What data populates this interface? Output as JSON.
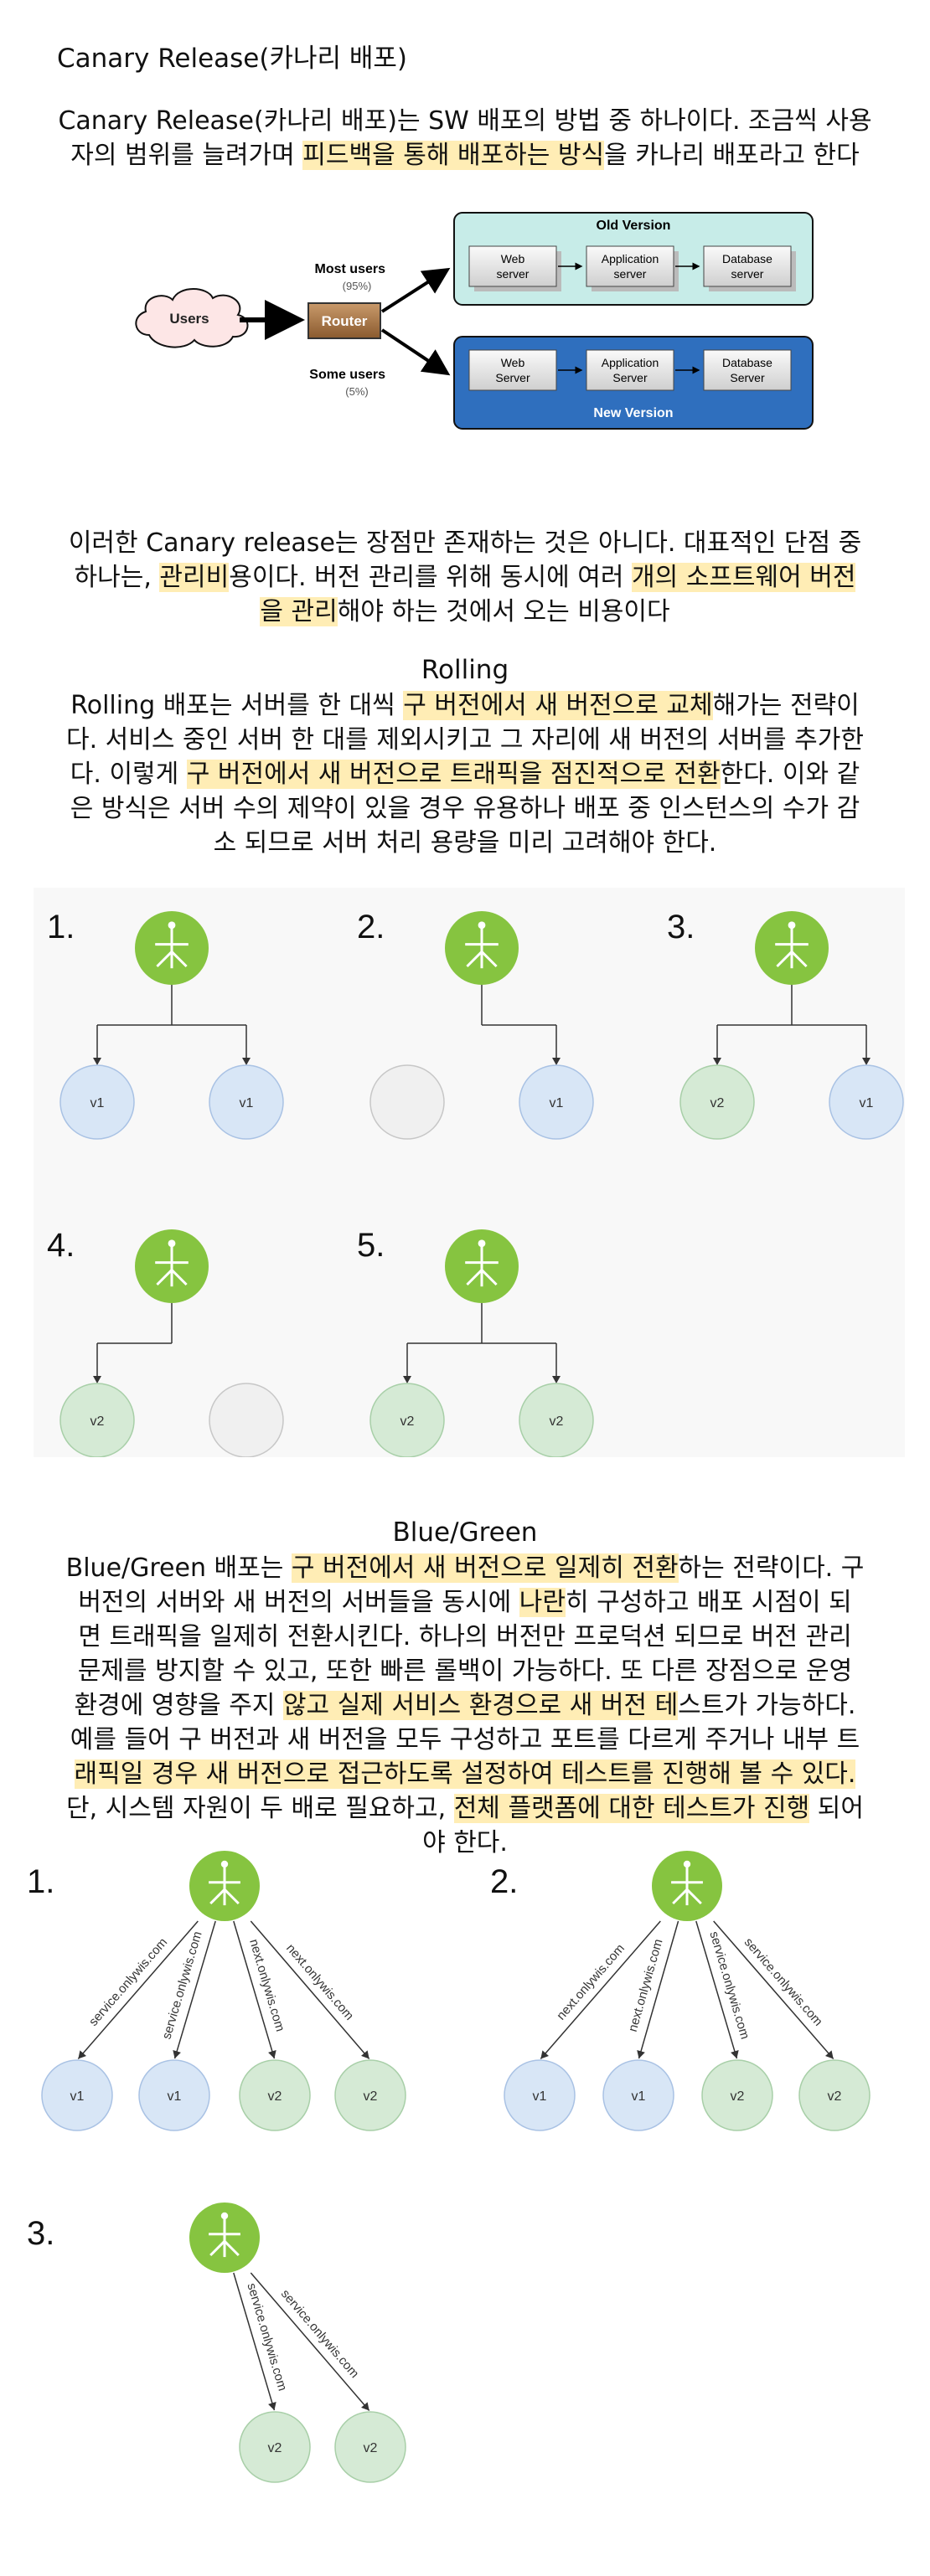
{
  "page": {
    "title": "Canary Release(카나리 배포)"
  },
  "canary": {
    "intro": {
      "p1": "Canary Release(카나리 배포)는 SW 배포의 방법 중 하나이다. 조금씩 사용",
      "p2": "자의 범위를 늘려가며 ",
      "hl": "피드백을 통해 배포하는 방식",
      "p3": "을 카나리 배포라고 한다"
    },
    "diagram": {
      "users": "Users",
      "router": "Router",
      "most_users": "Most users",
      "most_pct": "(95%)",
      "some_users": "Some users",
      "some_pct": "(5%)",
      "old_version": "Old Version",
      "new_version": "New  Version",
      "old_boxes": [
        [
          "Web",
          "server"
        ],
        [
          "Application",
          "server"
        ],
        [
          "Database",
          "server"
        ]
      ],
      "new_boxes": [
        [
          "Web",
          "Server"
        ],
        [
          "Application",
          "Server"
        ],
        [
          "Database",
          "Server"
        ]
      ]
    },
    "downside": {
      "a": "이러한 Canary release는 장점만 존재하는 것은 아니다. 대표적인 단점 중",
      "b1": "하나는, ",
      "b2": "관리비",
      "b3": "용이다. 버전 관리를 위해 동시에 여러 ",
      "b4": "개의 소프트웨어 버전",
      "c1": "을 관리",
      "c2": "해야 하는 것에서 오는 비용이다"
    }
  },
  "rolling": {
    "heading": "Rolling",
    "l1a": "Rolling 배포는 서버를 한 대씩 ",
    "l1b": "구 버전에서 새 버전으로 교체",
    "l1c": "해가는 전략이",
    "l2": "다. 서비스 중인 서버 한 대를 제외시키고 그 자리에 새 버전의 서버를 추가한",
    "l3a": "다. 이렇게 ",
    "l3b": "구 버전에서 새 버전으로 트래픽을 점진적으로 전환",
    "l3c": "한다. 이와 같",
    "l4": "은 방식은 서버 수의 제약이 있을 경우 유용하나 배포 중 인스턴스의 수가 감",
    "l5": "소 되므로 서버 처리 용량을 미리 고려해야 한다.",
    "steps": [
      "1.",
      "2.",
      "3.",
      "4.",
      "5."
    ],
    "node_v1": "v1",
    "node_v2": "v2"
  },
  "bluegreen": {
    "heading": "Blue/Green",
    "l1a": "Blue/Green 배포는 ",
    "l1b": "구 버전에서 새 버전으로 일제히 전환",
    "l1c": "하는 전략이다. 구",
    "l2a": "버전의 서버와 새 버전의 서버들을 동시에 ",
    "l2b": "나란",
    "l2c": "히 구성하고 배포 시점이 되",
    "l3": "면 트래픽을 일제히 전환시킨다. 하나의 버전만 프로덕션 되므로 버전 관리",
    "l4": "문제를 방지할 수 있고, 또한 빠른 롤백이 가능하다. 또 다른 장점으로 운영",
    "l5a": "환경에 영향을 주지 ",
    "l5b": "않고 실제 서비스 환경으로 새 버전 테",
    "l5c": "스트가 가능하다.",
    "l6": "예를 들어 구 버전과 새 버전을 모두 구성하고 포트를 다르게 주거나 내부 트",
    "l7a": "래픽일 경우 새 버전으로 접근하도록 설정하여 테스트를 진행해 볼 수 있다.",
    "l8a": "단, 시스템 자원이 두 배로 필요하고, ",
    "l8b": "전체 플랫폼에 대한 테스트가 진행",
    "l8c": " 되어",
    "l9": "야 한다.",
    "steps": [
      "1.",
      "2.",
      "3."
    ],
    "service": "service.onlywis.com",
    "next": "next.onlywis.com",
    "node_v1": "v1",
    "node_v2": "v2"
  }
}
